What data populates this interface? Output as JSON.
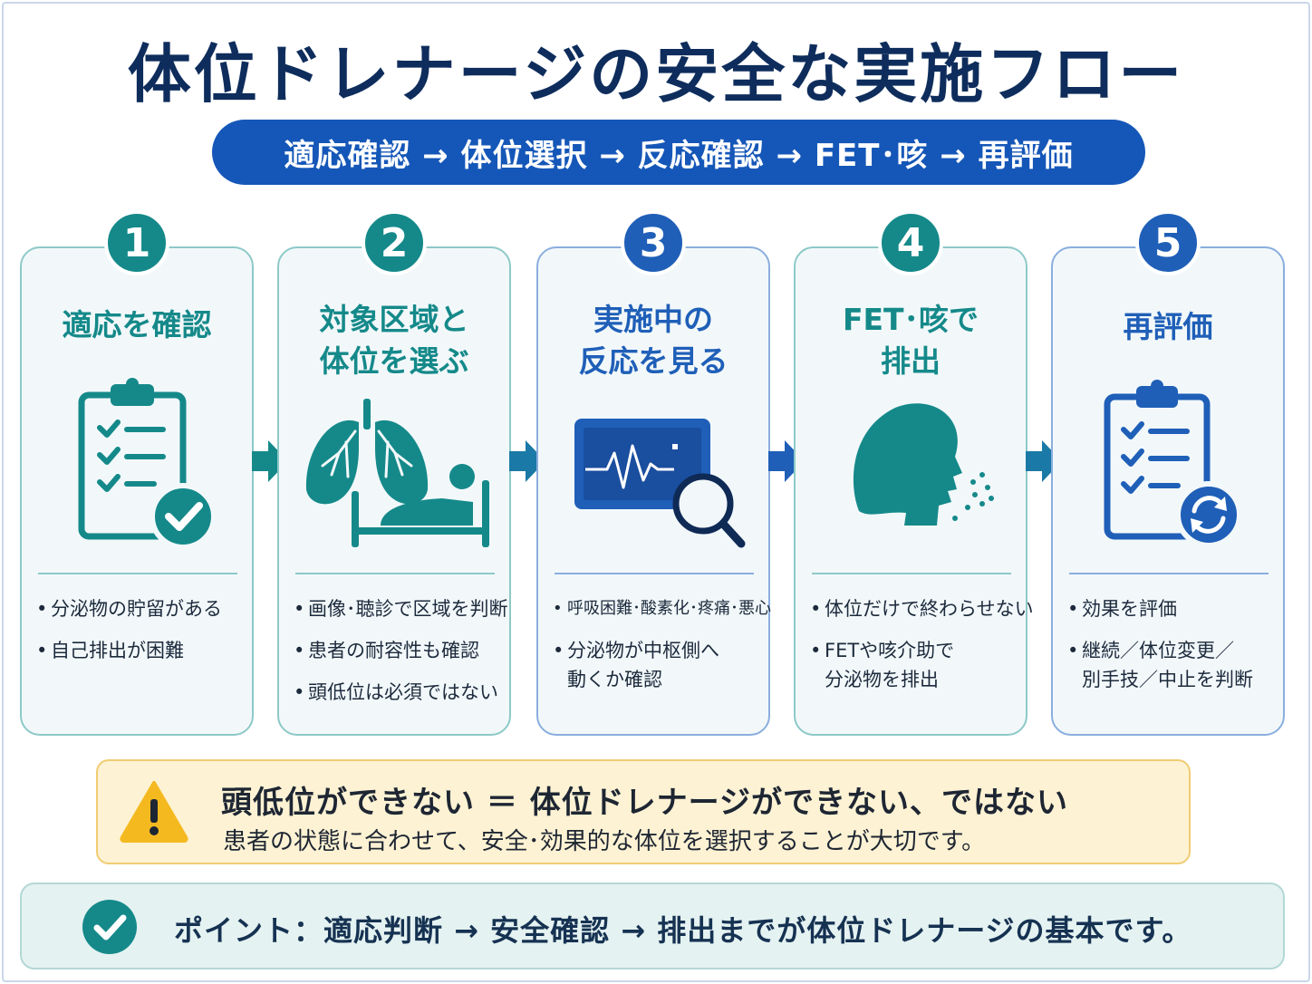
{
  "title": "体位ドレナージの安全な実施フロー",
  "subtitle": "適応確認 → 体位選択 → 反応確認 → FET･咳 → 再評価",
  "colors": {
    "teal": "#15898a",
    "teal_blue": "#1a79a6",
    "blue": "#1f5fb8",
    "navy": "#0e2d5c",
    "warning_bg": "#fdf2d3",
    "warning_icon": "#f5b920"
  },
  "steps": [
    {
      "number": "1",
      "title_lines": [
        "適応を確認"
      ],
      "icon": "clipboard-check-icon",
      "bullets": [
        "分泌物の貯留がある",
        "自己排出が困難"
      ]
    },
    {
      "number": "2",
      "title_lines": [
        "対象区域と",
        "体位を選ぶ"
      ],
      "icon": "lungs-bed-icon",
      "bullets": [
        "画像･聴診で区域を判断",
        "患者の耐容性も確認",
        "頭低位は必須ではない"
      ]
    },
    {
      "number": "3",
      "title_lines": [
        "実施中の",
        "反応を見る"
      ],
      "icon": "monitor-magnifier-icon",
      "bullets": [
        "呼吸困難･酸素化･疼痛･悪心",
        "分泌物が中枢側へ\n動くか確認"
      ]
    },
    {
      "number": "4",
      "title_lines": [
        "FET･咳で",
        "排出"
      ],
      "icon": "head-cough-icon",
      "bullets": [
        "体位だけで終わらせない",
        "FETや咳介助で\n分泌物を排出"
      ]
    },
    {
      "number": "5",
      "title_lines": [
        "再評価"
      ],
      "icon": "clipboard-refresh-icon",
      "bullets": [
        "効果を評価",
        "継続／体位変更／\n別手技／中止を判断"
      ]
    }
  ],
  "warning": {
    "icon": "warning-triangle-icon",
    "heading": "頭低位ができない ＝ 体位ドレナージができない、ではない",
    "text": "患者の状態に合わせて、安全･効果的な体位を選択することが大切です。"
  },
  "point": {
    "icon": "check-circle-icon",
    "text": "ポイント：適応判断 → 安全確認 → 排出までが体位ドレナージの基本です。"
  }
}
